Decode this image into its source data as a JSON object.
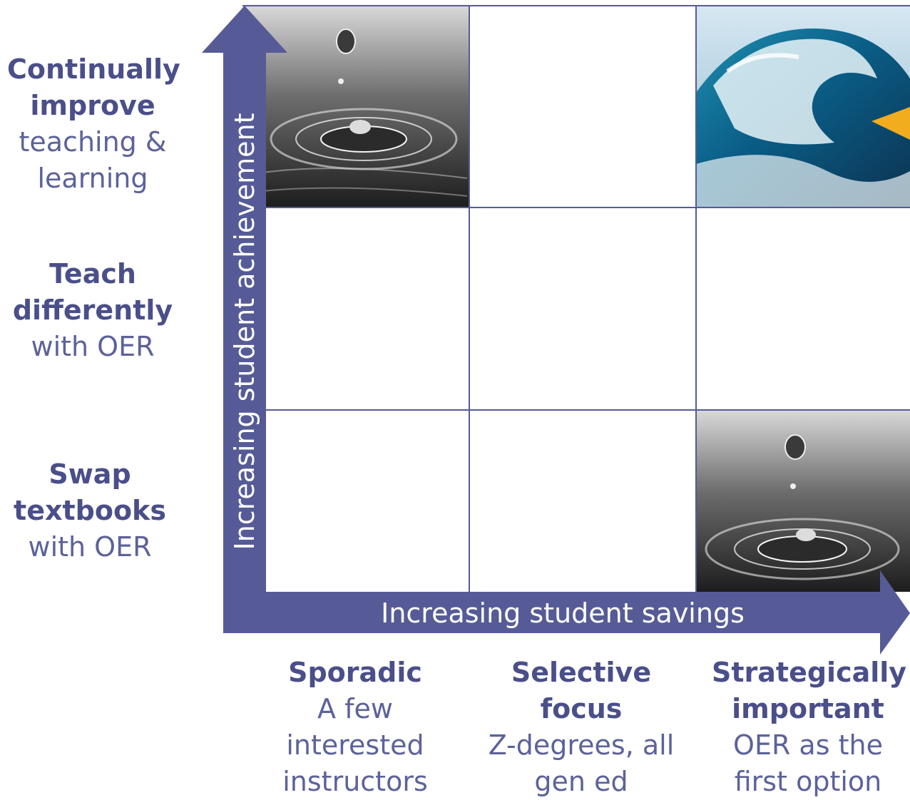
{
  "rows": [
    {
      "bold": "Continually improve",
      "light": "teaching & learning",
      "bold_lines": [
        "Continually",
        "improve"
      ],
      "light_lines": [
        "teaching &",
        "learning"
      ]
    },
    {
      "bold": "Teach differently",
      "light": "with OER",
      "bold_lines": [
        "Teach",
        "differently"
      ],
      "light_lines": [
        "with OER"
      ]
    },
    {
      "bold": "Swap textbooks",
      "light": "with OER",
      "bold_lines": [
        "Swap",
        "textbooks"
      ],
      "light_lines": [
        "with OER"
      ]
    }
  ],
  "columns": [
    {
      "bold": "Sporadic",
      "light_lines": [
        "A few",
        "interested",
        "instructors"
      ]
    },
    {
      "bold": "Selective focus",
      "light_lines": [
        "Z-degrees, all",
        "gen ed"
      ]
    },
    {
      "bold_lines": [
        "Strategically",
        "important"
      ],
      "light_lines": [
        "OER as the",
        "first option"
      ]
    }
  ],
  "axes": {
    "y_label": "Increasing student achievement",
    "x_label": "Increasing student savings"
  },
  "cells": {
    "top_left": "water-drop-image",
    "top_right": "ocean-wave-image",
    "bottom_right": "water-drop-image"
  },
  "colors": {
    "arrow": "#565b97",
    "grid_line": "#565b97",
    "text": "#4a4f8a",
    "accent_pointer": "#f2ad1e"
  }
}
